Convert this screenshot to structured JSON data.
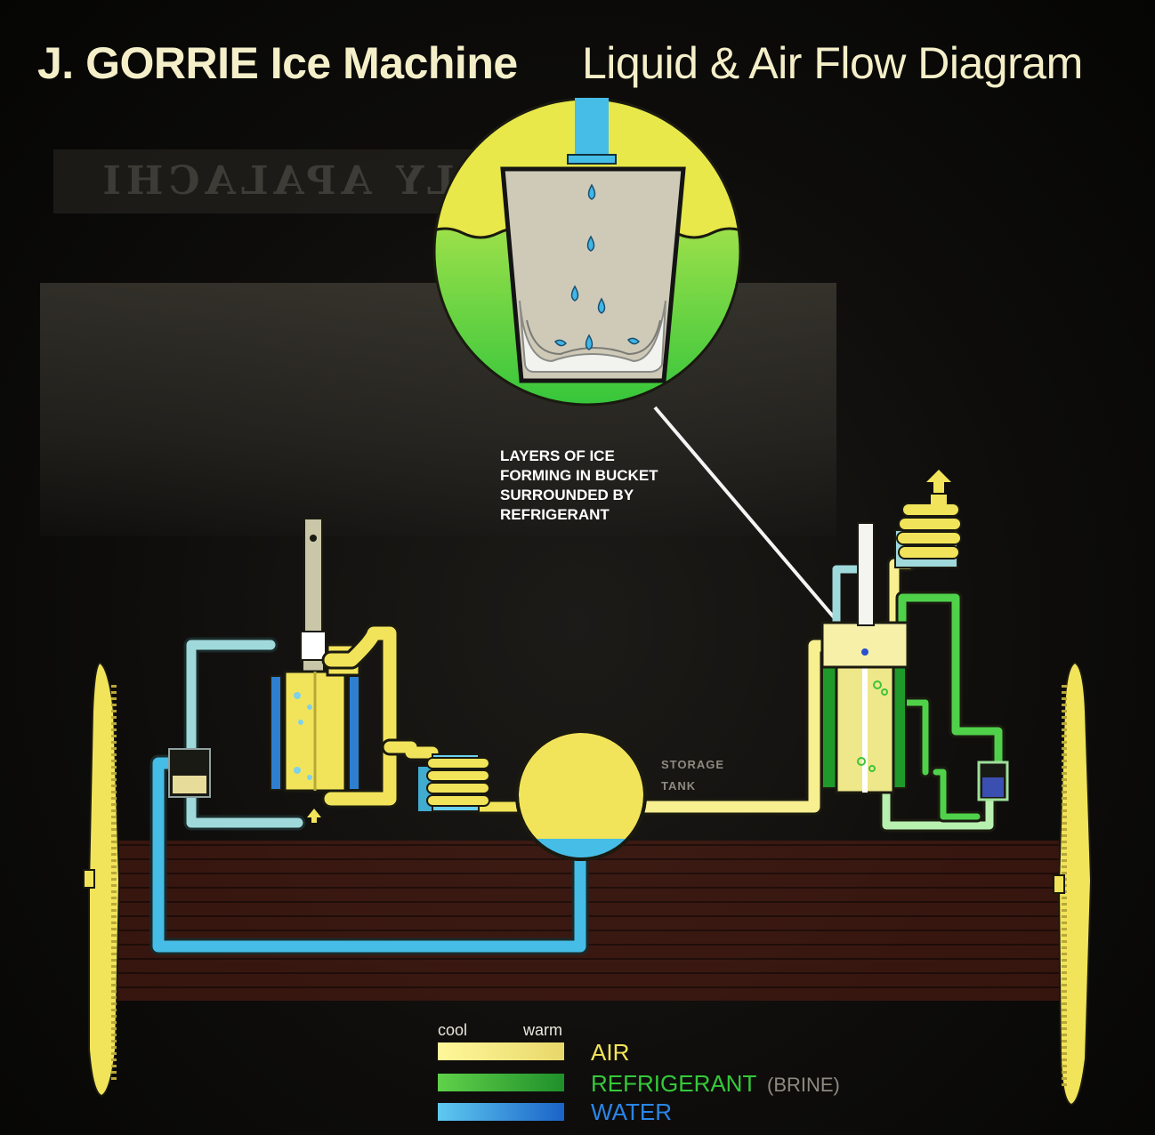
{
  "title": {
    "bold": "J. GORRIE Ice Machine",
    "light": "Liquid & Air Flow Diagram"
  },
  "callout": {
    "lines": [
      "LAYERS OF ICE",
      "FORMING IN BUCKET",
      "SURROUNDED BY",
      "REFRIGERANT"
    ]
  },
  "storage_tank": {
    "lines": [
      "STORAGE",
      "TANK"
    ]
  },
  "legend": {
    "cool_label": "cool",
    "warm_label": "warm",
    "items": [
      {
        "label": "AIR",
        "note": "",
        "color_cool": "#fff79a",
        "color_warm": "#e8d86a",
        "text_color": "#f2e45a"
      },
      {
        "label": "REFRIGERANT",
        "note": "(BRINE)",
        "color_cool": "#5fd14a",
        "color_warm": "#1f8f2a",
        "text_color": "#34c93b"
      },
      {
        "label": "WATER",
        "note": "",
        "color_cool": "#5fc9f0",
        "color_warm": "#1a63c8",
        "text_color": "#2a86e8"
      }
    ]
  },
  "background": {
    "mirrored_sign": "LY APALACHI"
  },
  "colors": {
    "air": "#f2e45a",
    "refrigerant": "#34c93b",
    "water": "#46bde6",
    "title": "#f4efc8"
  }
}
